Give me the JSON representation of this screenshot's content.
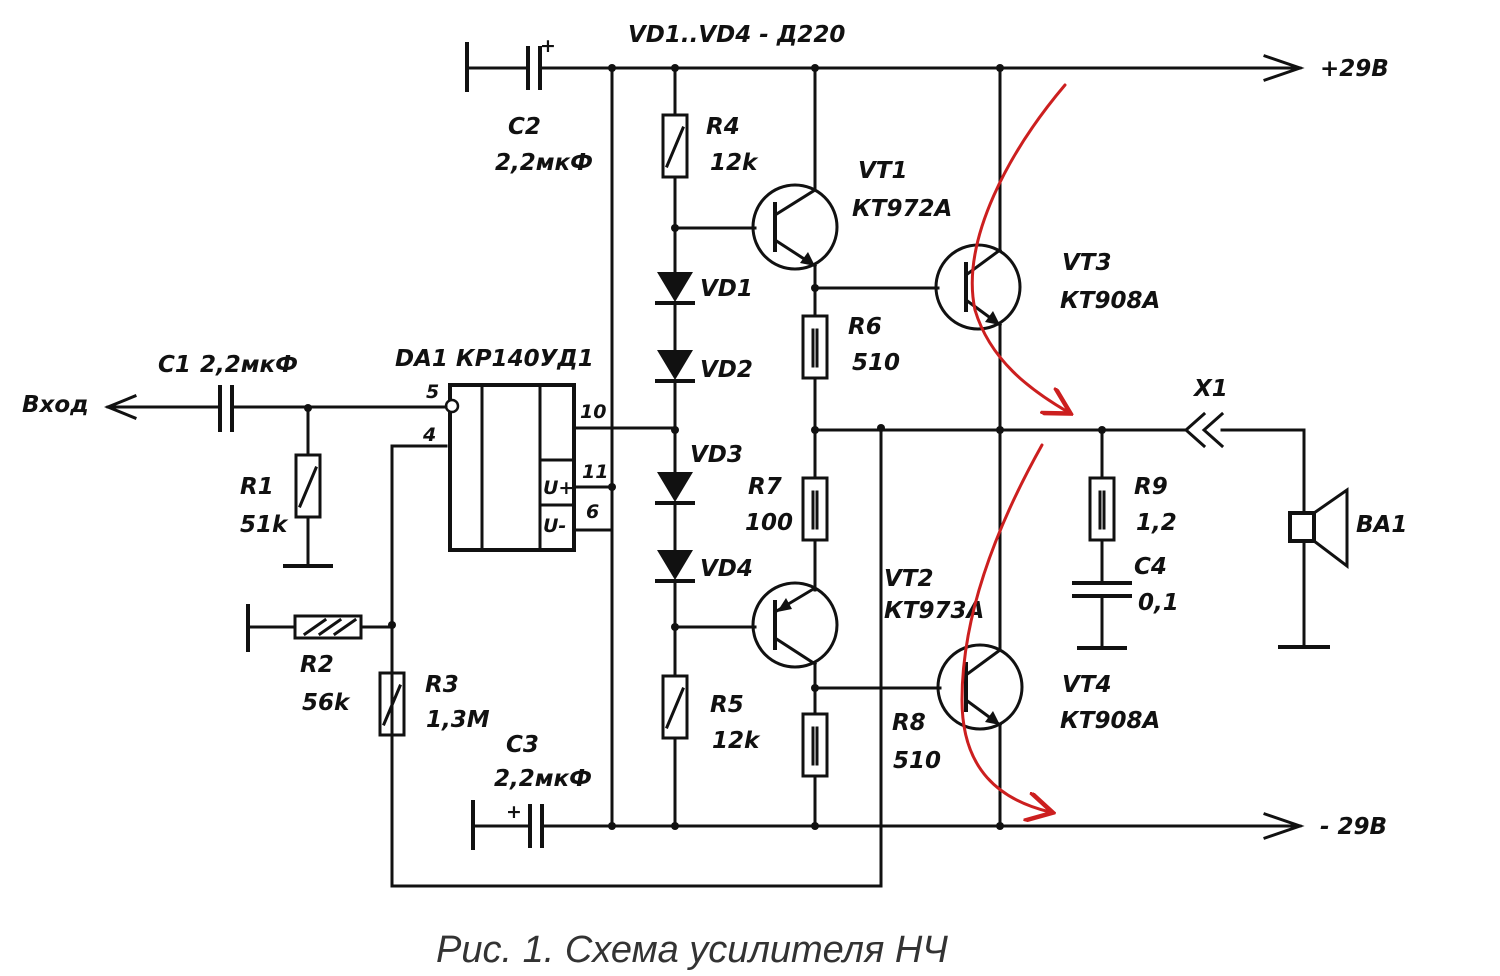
{
  "caption": "Рис. 1. Схема усилителя НЧ",
  "supply": {
    "pos": "+29В",
    "neg": "- 29В"
  },
  "input_label": "Вход",
  "diodes_note": "VD1..VD4 - Д220",
  "components": {
    "c1": {
      "name": "C1",
      "value": "2,2мкФ"
    },
    "c2": {
      "name": "C2",
      "value": "2,2мкФ"
    },
    "c3": {
      "name": "C3",
      "value": "2,2мкФ"
    },
    "c4": {
      "name": "C4",
      "value": "0,1"
    },
    "r1": {
      "name": "R1",
      "value": "51k"
    },
    "r2": {
      "name": "R2",
      "value": "56k"
    },
    "r3": {
      "name": "R3",
      "value": "1,3М"
    },
    "r4": {
      "name": "R4",
      "value": "12k"
    },
    "r5": {
      "name": "R5",
      "value": "12k"
    },
    "r6": {
      "name": "R6",
      "value": "510"
    },
    "r7": {
      "name": "R7",
      "value": "100"
    },
    "r8": {
      "name": "R8",
      "value": "510"
    },
    "r9": {
      "name": "R9",
      "value": "1,2"
    },
    "vt1": {
      "name": "VT1",
      "value": "КТ972А"
    },
    "vt2": {
      "name": "VT2",
      "value": "КТ973А"
    },
    "vt3": {
      "name": "VT3",
      "value": "КТ908А"
    },
    "vt4": {
      "name": "VT4",
      "value": "КТ908А"
    },
    "vd1": {
      "name": "VD1"
    },
    "vd2": {
      "name": "VD2"
    },
    "vd3": {
      "name": "VD3"
    },
    "vd4": {
      "name": "VD4"
    },
    "da1": {
      "name": "DA1 КР140УД1",
      "pin5": "5",
      "pin4": "4",
      "pin10": "10",
      "pin11": "11",
      "pin6": "6",
      "upos": "U+",
      "uneg": "U-"
    },
    "x1": {
      "name": "X1"
    },
    "ba1": {
      "name": "BA1"
    }
  },
  "colors": {
    "ink": "#111111",
    "annotation": "#cc1f1f",
    "paper": "#ffffff"
  }
}
